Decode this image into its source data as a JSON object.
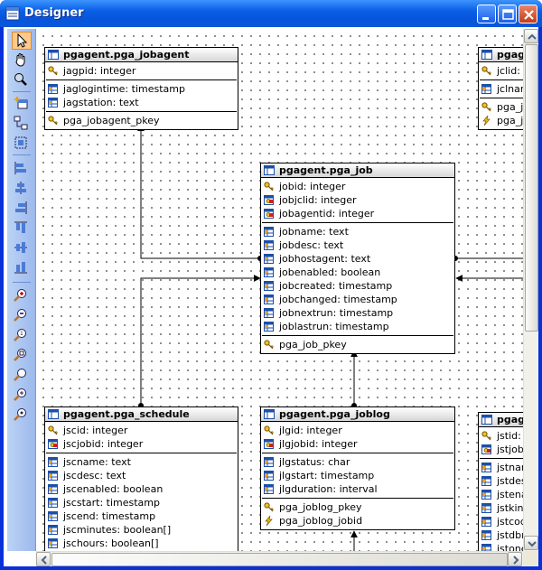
{
  "window": {
    "title": "Designer"
  },
  "toolbar": {
    "tools": [
      "pointer",
      "hand",
      "zoom",
      "add-table",
      "add-relation",
      "select-all",
      "align-left",
      "align-center-h",
      "align-right",
      "align-top",
      "align-center-v",
      "align-bottom",
      "zoom-in",
      "zoom-out",
      "zoom-100",
      "zoom-fit",
      "zoom-custom",
      "zoom-reset",
      "zoom-extra"
    ]
  },
  "entities": {
    "jobagent": {
      "name": "pgagent.pga_jobagent",
      "keys": [
        {
          "text": "jagpid: integer",
          "icon": "key"
        }
      ],
      "columns": [
        {
          "text": "jaglogintime: timestamp"
        },
        {
          "text": "jagstation: text"
        }
      ],
      "constraints": [
        {
          "text": "pga_jobagent_pkey",
          "icon": "key"
        }
      ]
    },
    "job": {
      "name": "pgagent.pga_job",
      "keys": [
        {
          "text": "jobid: integer",
          "icon": "key"
        },
        {
          "text": "jobjclid: integer",
          "icon": "fk"
        },
        {
          "text": "jobagentid: integer",
          "icon": "fk"
        }
      ],
      "columns": [
        {
          "text": "jobname: text"
        },
        {
          "text": "jobdesc: text"
        },
        {
          "text": "jobhostagent: text"
        },
        {
          "text": "jobenabled: boolean"
        },
        {
          "text": "jobcreated: timestamp"
        },
        {
          "text": "jobchanged: timestamp"
        },
        {
          "text": "jobnextrun: timestamp"
        },
        {
          "text": "joblastrun: timestamp"
        }
      ],
      "constraints": [
        {
          "text": "pga_job_pkey",
          "icon": "key"
        }
      ]
    },
    "schedule": {
      "name": "pgagent.pga_schedule",
      "keys": [
        {
          "text": "jscid: integer",
          "icon": "key"
        },
        {
          "text": "jscjobid: integer",
          "icon": "fk"
        }
      ],
      "columns": [
        {
          "text": "jscname: text"
        },
        {
          "text": "jscdesc: text"
        },
        {
          "text": "jscenabled: boolean"
        },
        {
          "text": "jscstart: timestamp"
        },
        {
          "text": "jscend: timestamp"
        },
        {
          "text": "jscminutes: boolean[]"
        },
        {
          "text": "jschours: boolean[]"
        }
      ],
      "constraints": []
    },
    "joblog": {
      "name": "pgagent.pga_joblog",
      "keys": [
        {
          "text": "jlgid: integer",
          "icon": "key"
        },
        {
          "text": "jlgjobid: integer",
          "icon": "fk"
        }
      ],
      "columns": [
        {
          "text": "jlgstatus: char"
        },
        {
          "text": "jlgstart: timestamp"
        },
        {
          "text": "jlgduration: interval"
        }
      ],
      "constraints": [
        {
          "text": "pga_joblog_pkey",
          "icon": "key"
        },
        {
          "text": "pga_joblog_jobid",
          "icon": "fkc"
        }
      ]
    },
    "jobclass": {
      "name": "pgage",
      "keys": [
        {
          "text": "jclid: i",
          "icon": "key"
        }
      ],
      "columns": [
        {
          "text": "jclnam"
        }
      ],
      "constraints": [
        {
          "text": "pga_jo",
          "icon": "key"
        },
        {
          "text": "pga_jo",
          "icon": "fkc"
        }
      ]
    },
    "jobstep": {
      "name": "pgage",
      "keys": [
        {
          "text": "jstid:",
          "icon": "key"
        },
        {
          "text": "jstjobi",
          "icon": "fk"
        }
      ],
      "columns": [
        {
          "text": "jstnam"
        },
        {
          "text": "jstdes"
        },
        {
          "text": "jstena"
        },
        {
          "text": "jstkin"
        },
        {
          "text": "jstcod"
        },
        {
          "text": "jstdbn"
        },
        {
          "text": "jstone"
        }
      ],
      "constraints": []
    }
  }
}
